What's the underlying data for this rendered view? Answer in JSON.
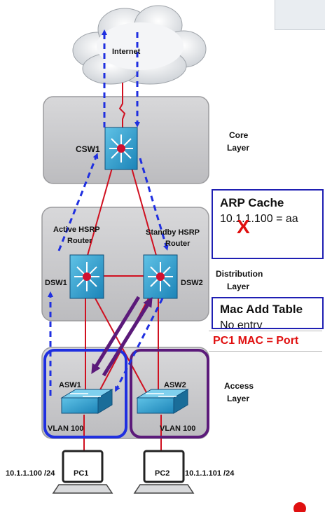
{
  "cloud_label": "Internet",
  "layers": {
    "core": {
      "line1": "Core",
      "line2": "Layer"
    },
    "distribution": {
      "line1": "Distribution",
      "line2": "Layer"
    },
    "access": {
      "line1": "Access",
      "line2": "Layer"
    }
  },
  "devices": {
    "csw1": "CSW1",
    "dsw1": "DSW1",
    "dsw2": "DSW2",
    "asw1": "ASW1",
    "asw2": "ASW2",
    "pc1": "PC1",
    "pc2": "PC2"
  },
  "hsrp": {
    "active_line1": "Active HSRP",
    "active_line2": "Router",
    "standby_line1": "Standby HSRP",
    "standby_line2": "Router"
  },
  "vlans": {
    "asw1": "VLAN 100",
    "asw2": "VLAN 100"
  },
  "hosts": {
    "pc1_ip": "10.1.1.100 /24",
    "pc2_ip": "10.1.1.101 /24"
  },
  "arp_box": {
    "title": "ARP Cache",
    "entry": "10.1.1.100 = aa",
    "mark": "X"
  },
  "mac_box": {
    "title": "Mac Add Table",
    "entry": "No entry"
  },
  "mac_note": "PC1 MAC = Port",
  "colors": {
    "blue_arrow": "#1f2fe0",
    "purple": "#5b1a7a",
    "link_red": "#d01020",
    "box_blue": "#1f1fb3",
    "note_red": "#e01010"
  }
}
